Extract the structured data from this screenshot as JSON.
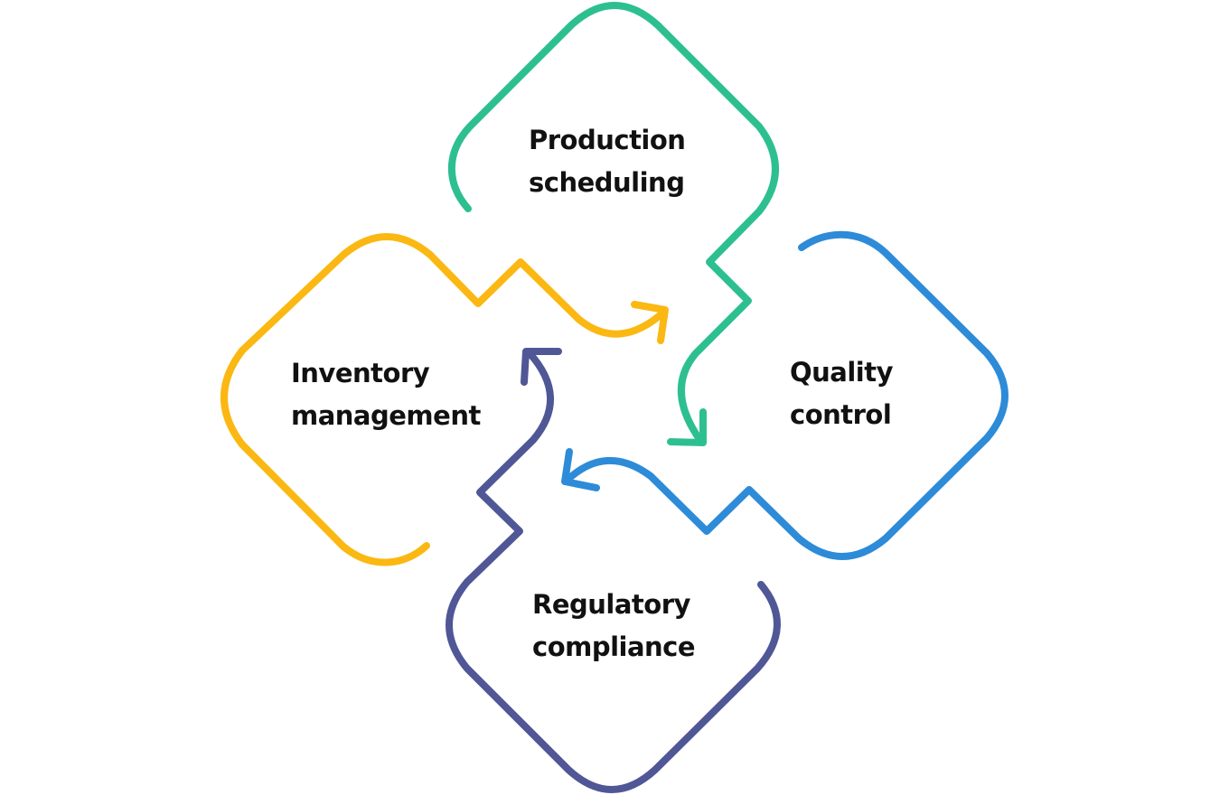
{
  "diagram": {
    "type": "cycle",
    "stages": [
      {
        "id": "production",
        "lines": [
          "Production",
          "scheduling"
        ],
        "color": "#2ebf91",
        "flows_to": "quality"
      },
      {
        "id": "quality",
        "lines": [
          "Quality",
          "control"
        ],
        "color": "#2d8bd8",
        "flows_to": "inventory"
      },
      {
        "id": "inventory",
        "lines": [
          "Inventory",
          "management"
        ],
        "color": "#fbb813",
        "flows_to": "production"
      },
      {
        "id": "regulatory",
        "lines": [
          "Regulatory",
          "compliance"
        ],
        "color": "#4f5796",
        "flows_to": "inventory"
      }
    ]
  }
}
